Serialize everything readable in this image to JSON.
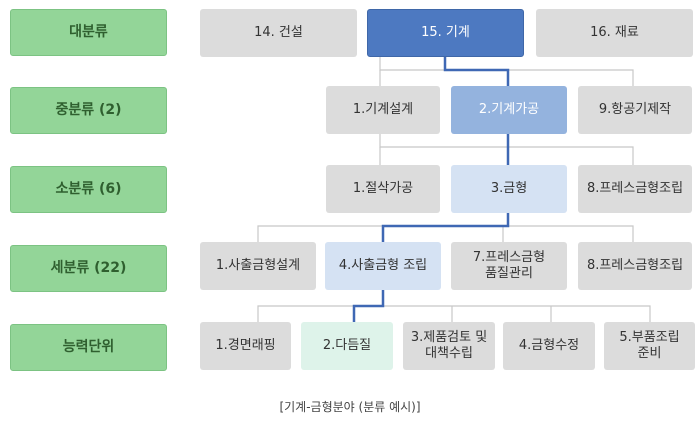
{
  "levels": {
    "l1": "대분류",
    "l2": "중분류 (2)",
    "l3": "소분류 (6)",
    "l4": "세분류 (22)",
    "l5": "능력단위"
  },
  "major": {
    "n14": "14. 건설",
    "n15": "15. 기계",
    "n16": "16. 재료"
  },
  "middle": {
    "a": "1.기계설계",
    "b": "2.기계가공",
    "c": "9.항공기제작"
  },
  "minor": {
    "a": "1.절삭가공",
    "b": "3.금형",
    "c": "8.프레스금형조립"
  },
  "sub": {
    "a": "1.사출금형설계",
    "b": "4.사출금형 조립",
    "c": "7.프레스금형\n품질관리",
    "d": "8.프레스금형조립"
  },
  "units": {
    "a": "1.경면래핑",
    "b": "2.다듬질",
    "c": "3.제품검토 및\n대책수립",
    "d": "4.금형수정",
    "e": "5.부품조립\n준비"
  },
  "caption": "[기계-금형분야 (분류 예시)]",
  "colors": {
    "label_green": "#93d598",
    "highlight_line": "#3f68b4",
    "connector": "#c8c8c8"
  }
}
